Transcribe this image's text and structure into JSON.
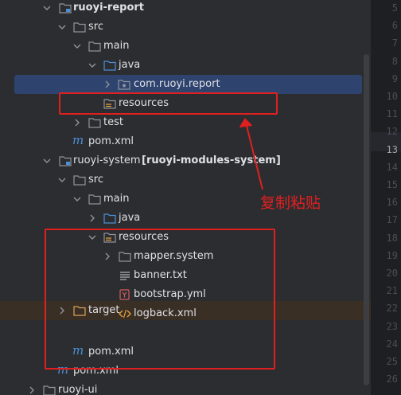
{
  "tree": {
    "items": [
      {
        "label": "ruoyi-report",
        "bold": false,
        "icon": "module-folder-icon"
      },
      {
        "label": "src",
        "icon": "folder-icon"
      },
      {
        "label": "main",
        "icon": "folder-icon"
      },
      {
        "label": "java",
        "icon": "source-root-folder-icon"
      },
      {
        "label": "com.ruoyi.report",
        "icon": "package-icon"
      },
      {
        "label": "resources",
        "icon": "resources-folder-icon"
      },
      {
        "label": "test",
        "icon": "folder-icon"
      },
      {
        "label": "pom.xml",
        "icon": "maven-icon"
      },
      {
        "label": "ruoyi-system",
        "suffix": "[ruoyi-modules-system]",
        "icon": "module-folder-icon"
      },
      {
        "label": "src",
        "icon": "folder-icon"
      },
      {
        "label": "main",
        "icon": "folder-icon"
      },
      {
        "label": "java",
        "icon": "source-root-folder-icon"
      },
      {
        "label": "resources",
        "icon": "resources-folder-icon"
      },
      {
        "label": "mapper.system",
        "icon": "folder-icon"
      },
      {
        "label": "banner.txt",
        "icon": "text-file-icon"
      },
      {
        "label": "bootstrap.yml",
        "icon": "yaml-file-icon"
      },
      {
        "label": "logback.xml",
        "icon": "xml-file-icon"
      },
      {
        "label": "target",
        "icon": "excluded-folder-icon"
      },
      {
        "label": "pom.xml",
        "icon": "maven-icon"
      },
      {
        "label": "pom.xml",
        "icon": "maven-icon"
      },
      {
        "label": "ruoyi-ui",
        "icon": "folder-icon"
      }
    ]
  },
  "gutter": {
    "lines": [
      "5",
      "6",
      "7",
      "8",
      "9",
      "10",
      "11",
      "12",
      "13",
      "14",
      "15",
      "16",
      "17",
      "18",
      "19",
      "20",
      "21",
      "22",
      "23",
      "24",
      "25",
      "26"
    ],
    "current": "13"
  },
  "annotation": {
    "text": "复制粘贴",
    "color": "#e02020"
  },
  "colors": {
    "folder": "#8f939c",
    "selection": "#2e436e",
    "maven": "#4d8fd6",
    "yaml": "#d85c5c",
    "xml": "#e8a33d"
  }
}
